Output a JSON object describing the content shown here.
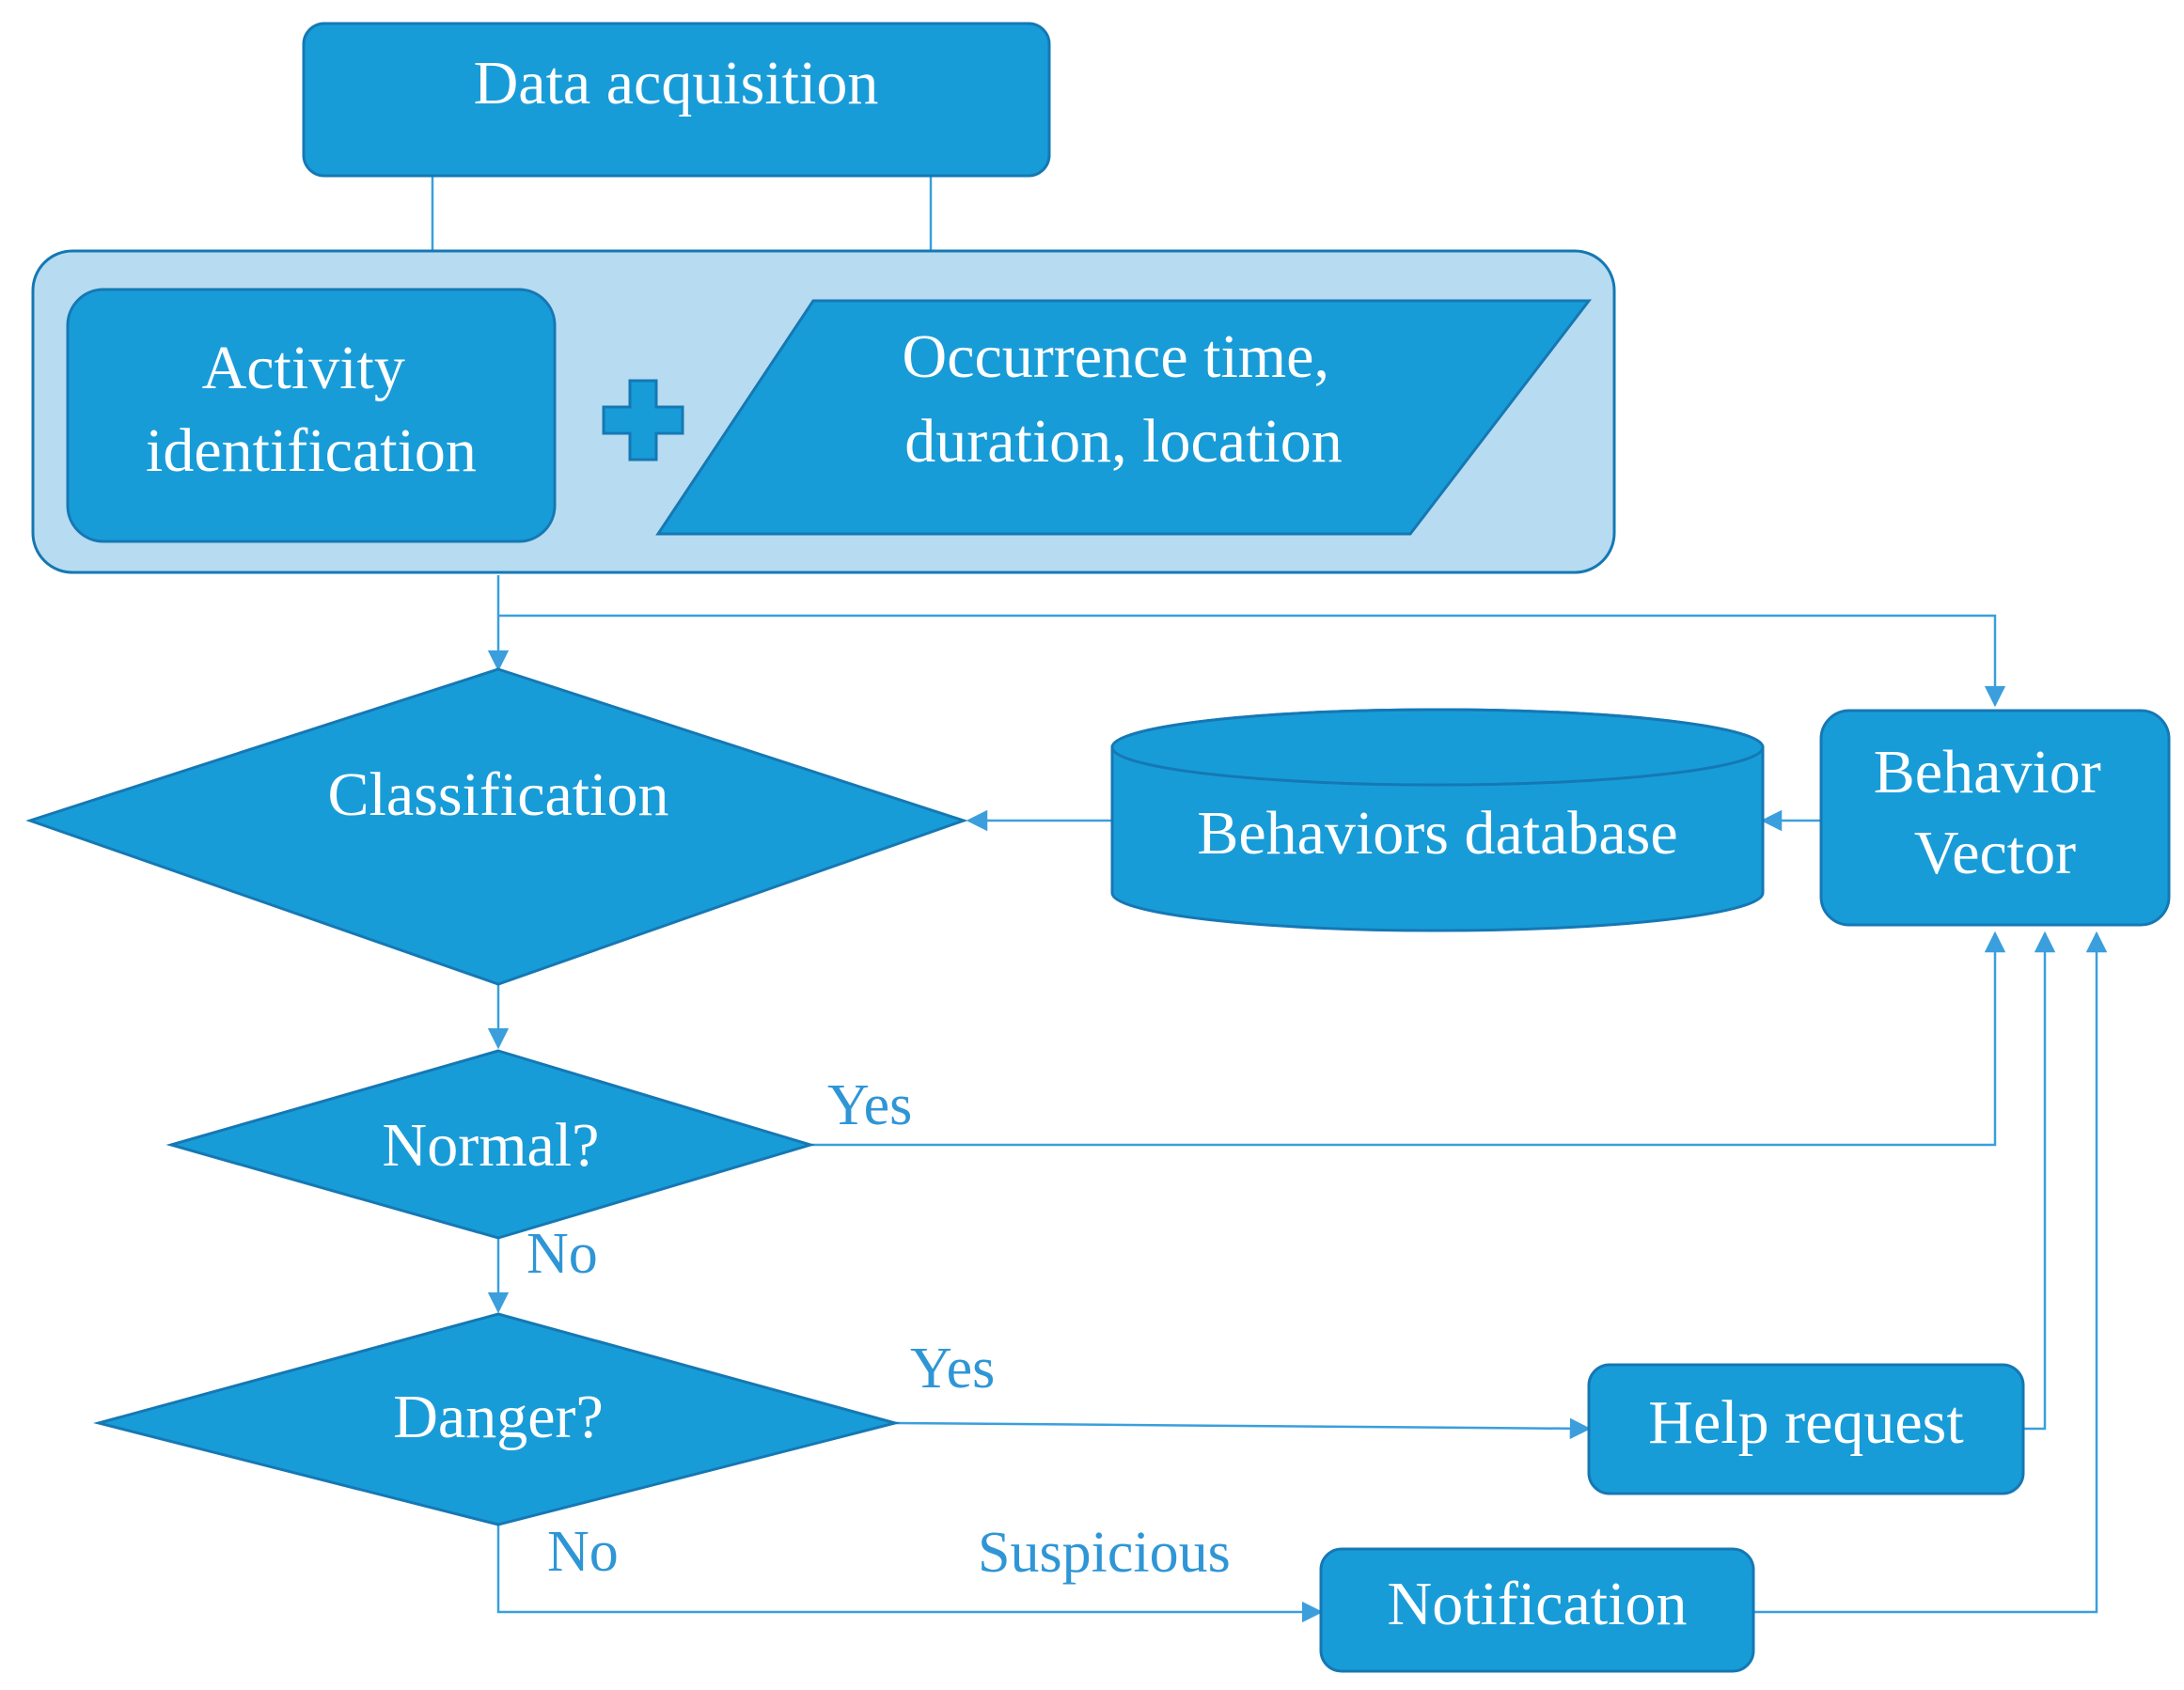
{
  "diagram": {
    "nodes": {
      "data_acquisition": "Data acquisition",
      "activity_identification": [
        "Activity",
        "identification"
      ],
      "occurrence": [
        "Occurrence time,",
        "duration, location"
      ],
      "classification": "Classification",
      "behaviors_database": "Behaviors database",
      "behavior_vector": [
        "Behavior",
        "Vector"
      ],
      "normal": "Normal?",
      "danger": "Danger?",
      "help_request": "Help request",
      "notification": "Notification"
    },
    "edge_labels": {
      "normal_yes": "Yes",
      "normal_no": "No",
      "danger_yes": "Yes",
      "danger_no": "No",
      "suspicious": "Suspicious"
    }
  },
  "colors": {
    "node_fill": "#189cd8",
    "node_border": "#1578b4",
    "group_fill": "#b7dbf1",
    "edge": "#3a9fdc",
    "edge_label": "#2f96d6",
    "node_text": "#ffffff"
  }
}
